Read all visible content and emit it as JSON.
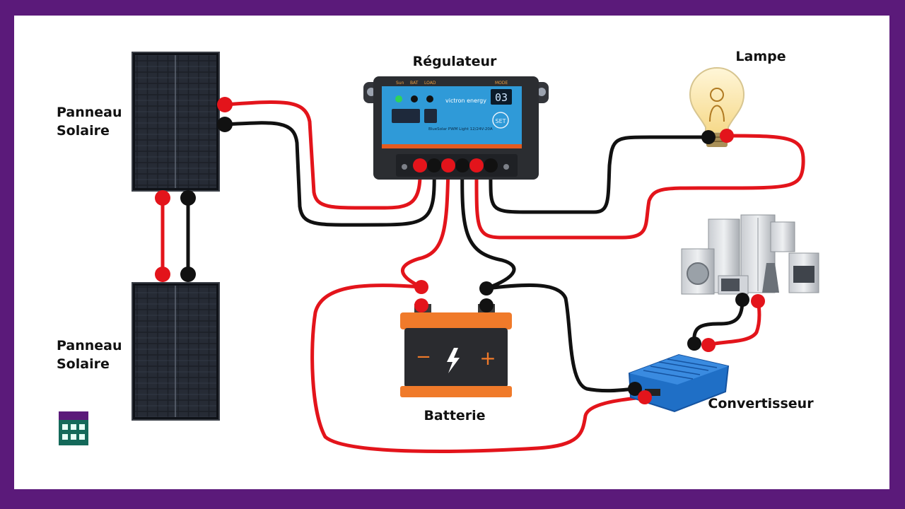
{
  "labels": {
    "panel_top": [
      "Panneau",
      "Solaire"
    ],
    "panel_bottom": [
      "Panneau",
      "Solaire"
    ],
    "regulator": "Régulateur",
    "lamp": "Lampe",
    "battery": "Batterie",
    "inverter": "Convertisseur"
  },
  "regulator": {
    "top_labels": [
      "Sun",
      "BAT",
      "LOAD"
    ],
    "mode_label": "MODE",
    "display": "03",
    "set_button": "SET",
    "brand": "victron energy",
    "model": "BlueSolar PWM Light 12/24V-20A"
  },
  "battery": {
    "minus": "−",
    "plus": "+"
  },
  "colors": {
    "frame": "#5b1a7a",
    "positive_wire": "#e3141b",
    "negative_wire": "#111111",
    "regulator_panel": "#2f9ad8",
    "regulator_body": "#2b2d31",
    "battery_orange": "#f07a2a",
    "inverter_blue": "#1f6fc6"
  }
}
